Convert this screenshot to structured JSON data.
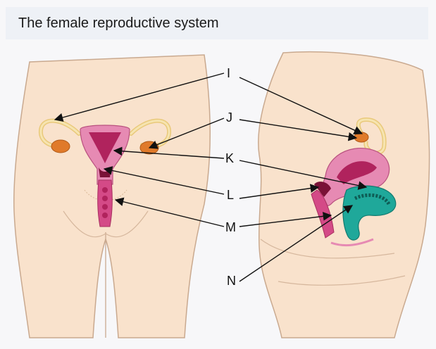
{
  "title": "The female reproductive system",
  "labels": {
    "I": "I",
    "J": "J",
    "K": "K",
    "L": "L",
    "M": "M",
    "N": "N"
  },
  "colors": {
    "skin": "#f9e2cc",
    "skin_outline": "#c9a98f",
    "uterus_pink": "#e68ab3",
    "uterus_dark": "#b0235d",
    "ovary_orange": "#e07a2a",
    "tube_yellow": "#f0d896",
    "bladder_teal": "#1fa89a",
    "arrow": "#111111"
  }
}
